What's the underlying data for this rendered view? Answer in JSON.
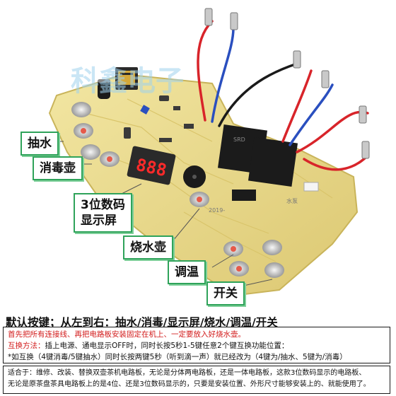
{
  "watermark": "科鑫电子",
  "board": {
    "display_digits": "888",
    "relay_label": "SRD",
    "silk_label": "水泵",
    "silk_code": "2019-"
  },
  "labels": {
    "pump": "抽水",
    "sterilize": "消毒壶",
    "display_line1": "3位数码",
    "display_line2": "显示屏",
    "boil": "烧水壶",
    "temp": "调温",
    "power": "开关"
  },
  "heading": "默认按键；从左到右：抽水/消毒/显示屏/烧水/调温/开关",
  "notes": {
    "line1": "首先把所有连接线、再把电路板安装固定在机上、一定要放入好烧水壶。",
    "line2_prefix": "互换方法：",
    "line2_rest": "插上电源、通电显示OFF时，同时长按5秒1-5键任意2个键互换功能位置：",
    "line3": "*如互换（4键消毒/5键抽水）同时长按两键5秒（听到滴一声）就已经改为（4键为/抽水、5键为/消毒）"
  },
  "applies": {
    "line1": "适合于：维修、改装、替换双壶茶机电路板，无论是分体两电路板，还是一体电路板，这款3位数码显示的电路板、",
    "line2": "无论是原茶盘茶具电路板上的是4位、还是3位数码显示的，只要是安装位置、外形尺寸能够安装上的、就能使用了。"
  },
  "colors": {
    "pcb": "#e9d98a",
    "pcb_edge": "#c9b45a",
    "callout_border": "#2fa35a",
    "wire_red": "#d8242a",
    "wire_blue": "#2a4fbf",
    "wire_black": "#1a1a1a",
    "relay": "#1b1b1b",
    "display_led": "#ff2a2a",
    "watermark": "#9fd2ee"
  }
}
